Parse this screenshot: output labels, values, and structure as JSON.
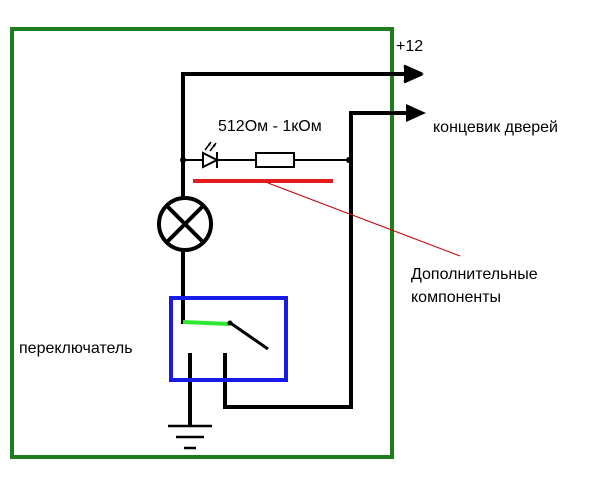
{
  "labels": {
    "power": "+12",
    "resistor_value": "512Ом - 1кОм",
    "door_switch": "концевик дверей",
    "extra_components_line1": "Дополнительные",
    "extra_components_line2": "компоненты",
    "switch": "переключатель"
  },
  "colors": {
    "frame": "#1e7d1e",
    "wire": "#000000",
    "annotation_bar": "#e31b1b",
    "pointer_line": "#c00000",
    "switch_box": "#1a1ae6",
    "switch_contact": "#2ee62e"
  },
  "icons": {
    "lamp": "lamp-cross-icon",
    "led": "led-diode-icon",
    "resistor": "resistor-icon",
    "ground": "ground-symbol-icon"
  }
}
